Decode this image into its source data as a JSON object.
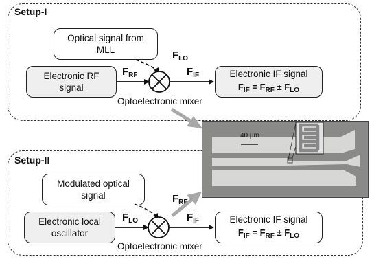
{
  "setup1": {
    "label": "Setup-I",
    "optical_box": "Optical signal from MLL",
    "rf_box": "Electronic RF signal",
    "if_box_title": "Electronic IF signal",
    "eq_lhs_sub": "IF",
    "eq_rf_sub": "RF",
    "eq_lo_sub": "LO",
    "mixer_caption": "Optoelectronic mixer",
    "f_lo_sub": "LO",
    "f_rf_sub": "RF",
    "f_if_sub": "IF"
  },
  "setup2": {
    "label": "Setup-II",
    "optical_box": "Modulated optical signal",
    "lo_box": "Electronic local oscillator",
    "if_box_title": "Electronic IF signal",
    "eq_lhs_sub": "IF",
    "eq_rf_sub": "RF",
    "eq_lo_sub": "LO",
    "mixer_caption": "Optoelectronic mixer",
    "f_rf_sub": "RF",
    "f_lo_sub": "LO",
    "f_if_sub": "IF"
  },
  "photo": {
    "scale_bar_label": "40 µm"
  },
  "colors": {
    "frame": "#333333",
    "box_gray": "#efefef",
    "gray_arrow": "#a8a8a8",
    "photo_bg": "#8e8e8e",
    "photo_metal": "#d7d8d5"
  }
}
